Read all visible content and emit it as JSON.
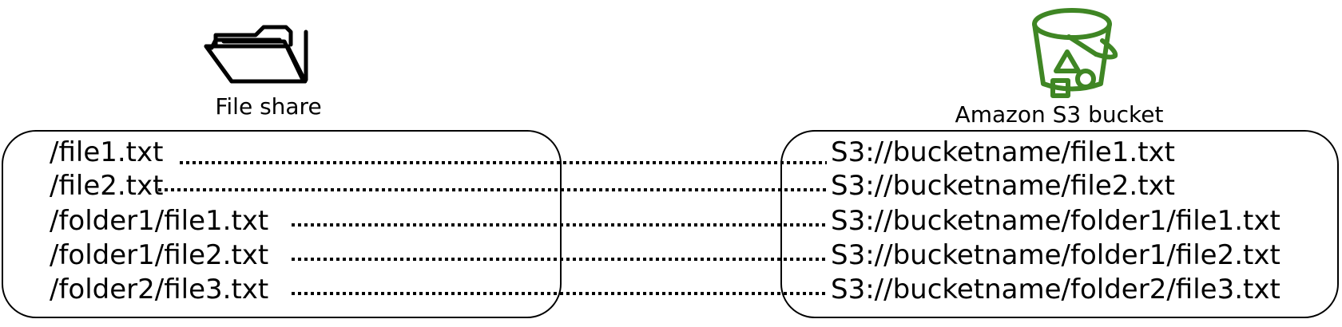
{
  "file_share": {
    "label": "File share",
    "icon": "folder-icon"
  },
  "s3_bucket": {
    "label": "Amazon S3 bucket",
    "icon": "s3-bucket-icon",
    "icon_color": "#3F8624"
  },
  "mappings": [
    {
      "source": "/file1.txt",
      "target": "S3://bucketname/file1.txt"
    },
    {
      "source": "/file2.txt",
      "target": "S3://bucketname/file2.txt"
    },
    {
      "source": "/folder1/file1.txt",
      "target": "S3://bucketname/folder1/file1.txt"
    },
    {
      "source": "/folder1/file2.txt",
      "target": "S3://bucketname/folder1/file2.txt"
    },
    {
      "source": "/folder2/file3.txt",
      "target": "S3://bucketname/folder2/file3.txt"
    }
  ]
}
